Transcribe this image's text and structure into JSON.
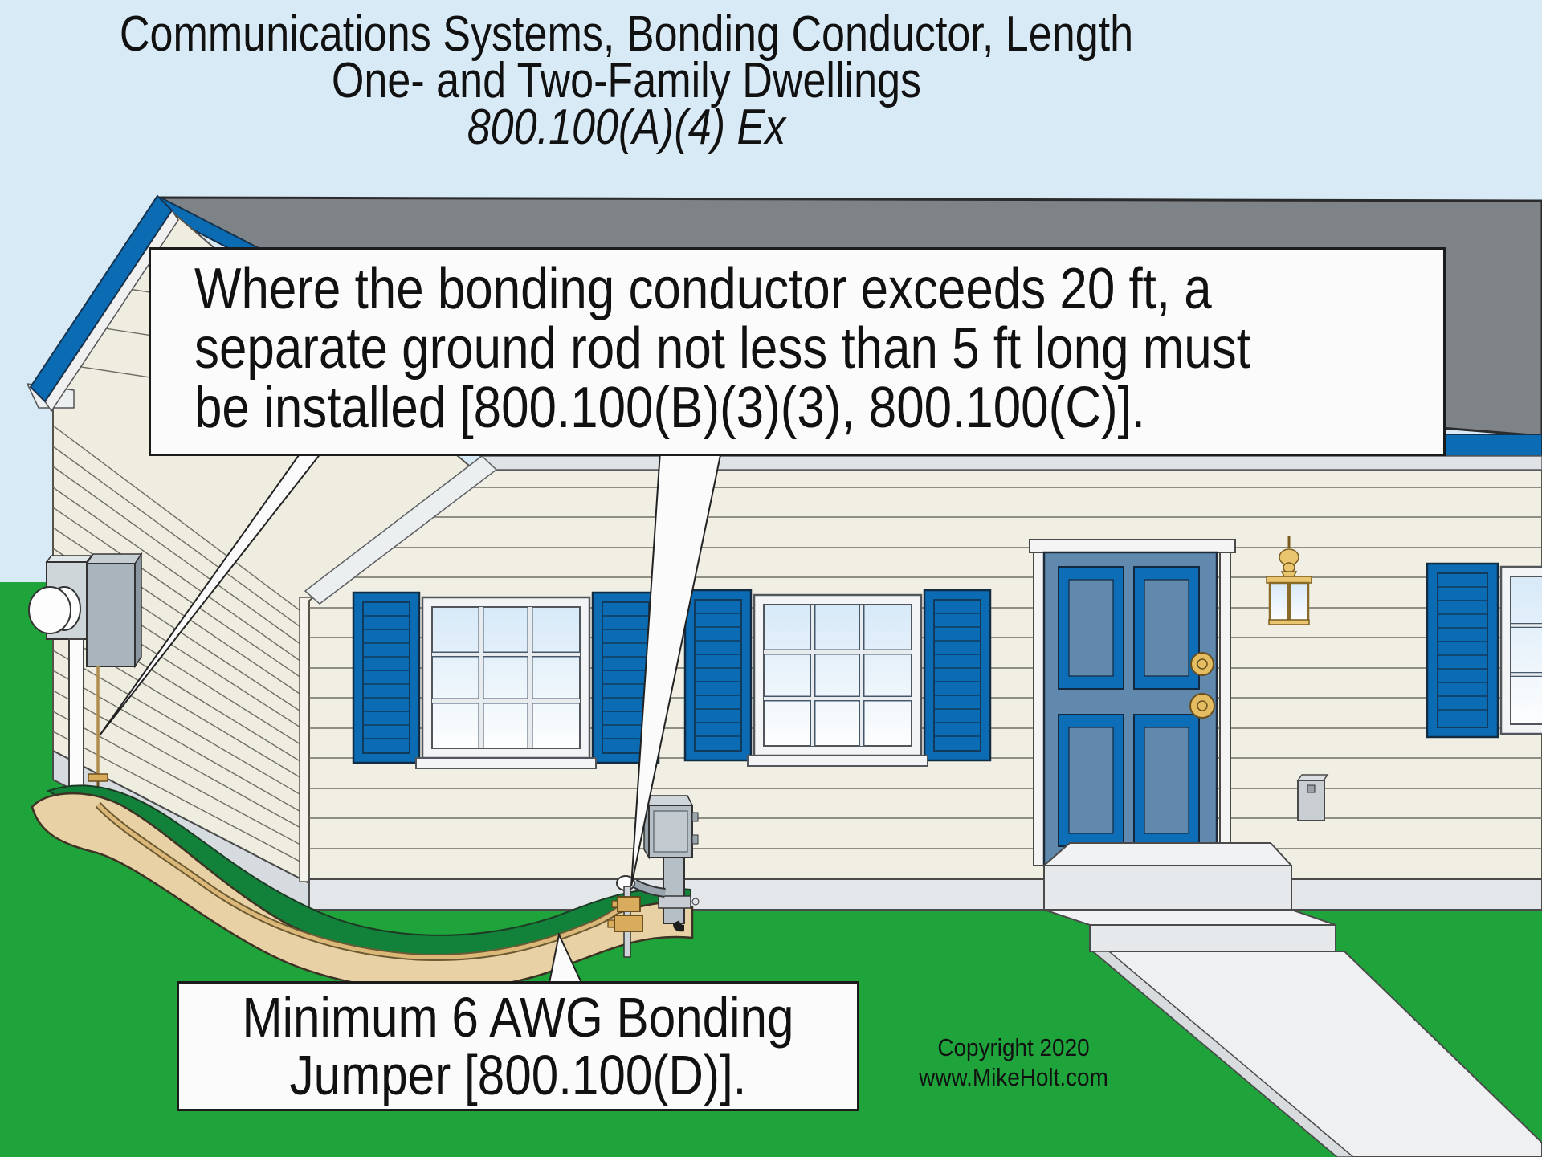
{
  "title": {
    "line1": "Communications Systems, Bonding Conductor, Length",
    "line2": "One- and Two-Family Dwellings",
    "line3": "800.100(A)(4) Ex"
  },
  "callouts": {
    "ground_rod_note": {
      "line1": "Where the bonding conductor exceeds 20 ft, a",
      "line2": "separate ground rod not less than 5 ft long must",
      "line3": "be installed [800.100(B)(3)(3), 800.100(C)]."
    },
    "bonding_jumper_note": {
      "line1": "Minimum 6 AWG Bonding",
      "line2": "Jumper [800.100(D)]."
    }
  },
  "copyright": {
    "line1": "Copyright 2020",
    "line2": "www.MikeHolt.com"
  },
  "scene": {
    "icons": [
      "satellite-dish-icon",
      "nid-box",
      "downspout",
      "bonding-conductor-wire",
      "trench",
      "ground-rod",
      "ground-rod-clamps",
      "comm-enclosure",
      "front-door",
      "door-lantern-icon",
      "doorbell-box",
      "porch-steps",
      "sidewalk"
    ]
  },
  "colors": {
    "sky_blue": "#d9eaf7",
    "grass_green": "#1fa33b",
    "trench_green": "#12813a",
    "roof_gray": "#7e8387",
    "accent_blue": "#0b6bb3",
    "door_slate_blue": "#6089ad",
    "siding_cream": "#f1eee3",
    "trench_tan": "#e8d1a4",
    "brass_gold": "#e4bd63",
    "callout_bg": "#fbfbfb"
  }
}
